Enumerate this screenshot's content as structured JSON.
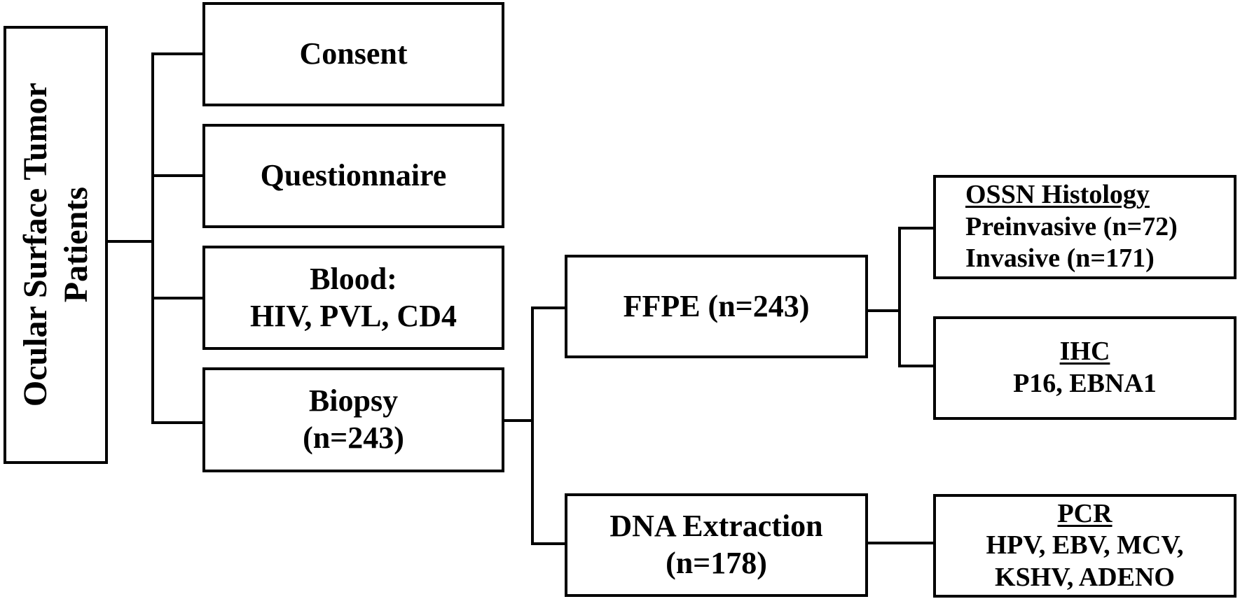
{
  "root": {
    "line1": "Ocular Surface Tumor",
    "line2": "Patients"
  },
  "branches": {
    "consent": "Consent",
    "questionnaire": "Questionnaire",
    "blood": {
      "line1": "Blood:",
      "line2": "HIV, PVL, CD4"
    },
    "biopsy": {
      "line1": "Biopsy",
      "line2": "(n=243)"
    }
  },
  "processing": {
    "ffpe": "FFPE (n=243)",
    "dna": {
      "line1": "DNA Extraction",
      "line2": "(n=178)"
    }
  },
  "analyses": {
    "ossn": {
      "title": "OSSN Histology",
      "line1": "Preinvasive (n=72)",
      "line2": "Invasive (n=171)"
    },
    "ihc": {
      "title": "IHC",
      "line1": "P16, EBNA1"
    },
    "pcr": {
      "title": "PCR",
      "line1": "HPV, EBV, MCV,",
      "line2": "KSHV, ADENO"
    }
  }
}
